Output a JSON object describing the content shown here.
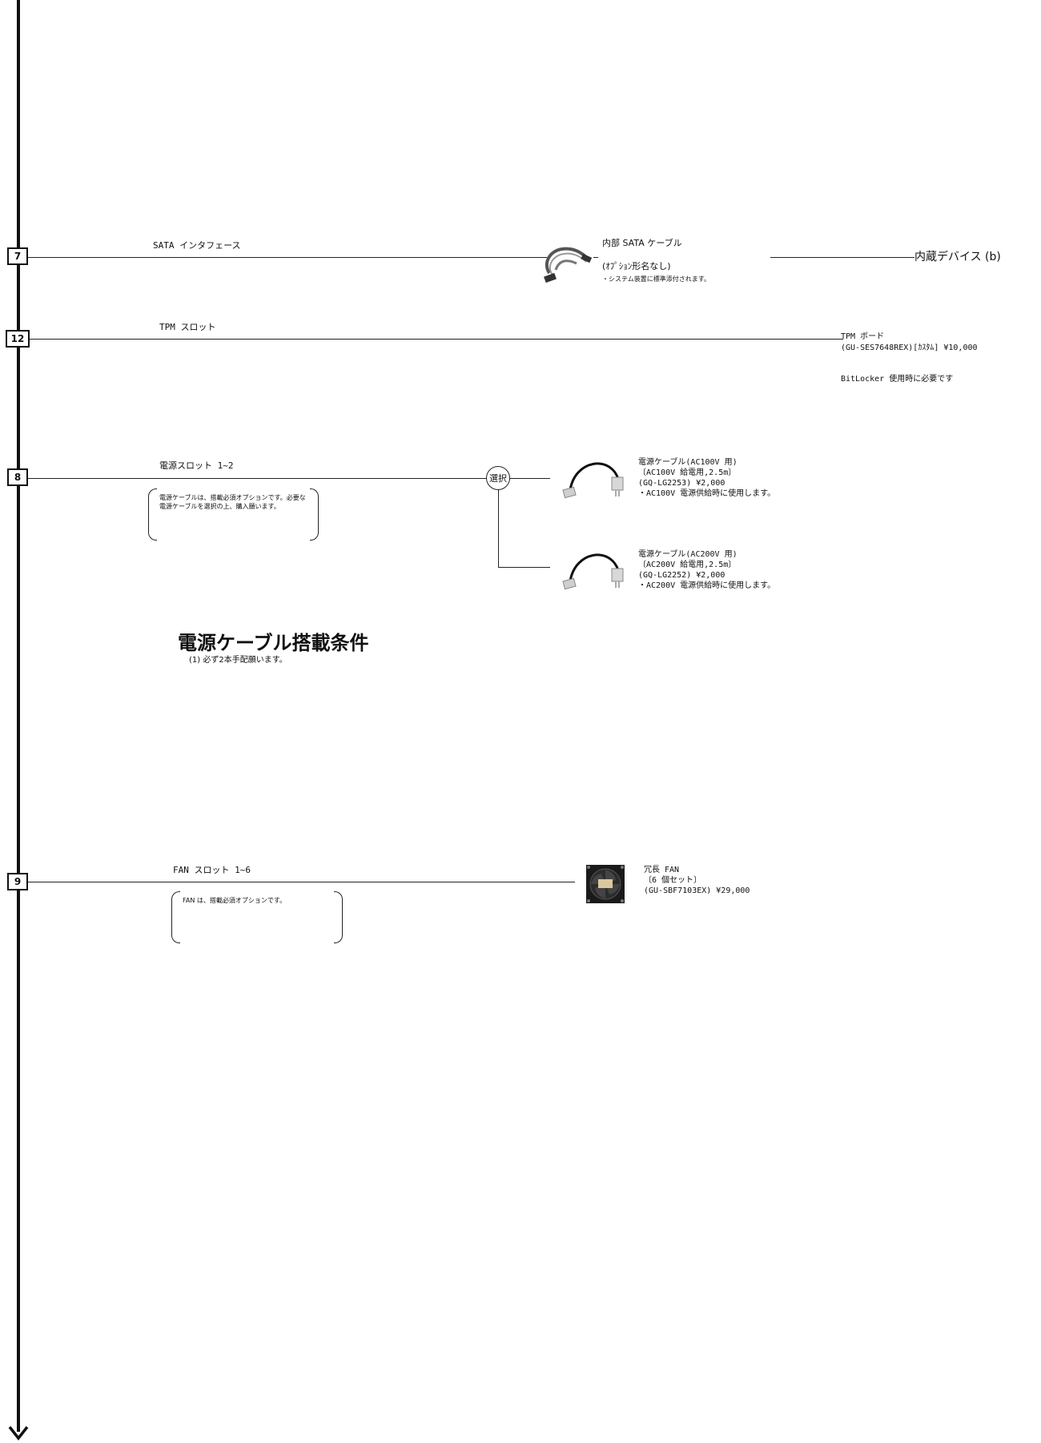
{
  "rows": {
    "sata": {
      "badge": "7",
      "label": "SATA インタフェース",
      "product_title": "内部 SATA ケーブル",
      "product_sub": "(ｵﾌﾟｼｮﾝ形名なし)",
      "product_note": "・システム装置に標準添付されます。",
      "destination": "内蔵デバイス (b)"
    },
    "tpm": {
      "badge": "12",
      "label": "TPM スロット",
      "product_title": "TPM ボード",
      "product_code": "(GU-SES7648REX)[ｶｽﾀﾑ]  ¥10,000",
      "note": "BitLocker 使用時に必要です"
    },
    "power": {
      "badge": "8",
      "label": "電源スロット 1~2",
      "bracket_note": "電源ケーブルは、搭載必須オプションです。必要な電源ケーブルを選択の上、購入願います。",
      "select_label": "選択",
      "options": [
        {
          "line1": "電源ケーブル(AC100V 用)",
          "line2": "〔AC100V 給電用,2.5m〕",
          "line3": "(GQ-LG2253)  ¥2,000",
          "line4": "・AC100V 電源供給時に使用します。"
        },
        {
          "line1": "電源ケーブル(AC200V 用)",
          "line2": "〔AC200V 給電用,2.5m〕",
          "line3": "(GQ-LG2252)  ¥2,000",
          "line4": "・AC200V 電源供給時に使用します。"
        }
      ],
      "condition_title": "電源ケーブル搭載条件",
      "condition_item": "(1) 必ず2本手配願います。"
    },
    "fan": {
      "badge": "9",
      "label": "FAN スロット 1~6",
      "bracket_note": "FAN は、搭載必須オプションです。",
      "product_title": "冗長 FAN",
      "product_set": "〔6 個セット〕",
      "product_code": "(GU-SBF7103EX)  ¥29,000"
    }
  },
  "icons": {
    "sata_cable": "sata-cable-icon",
    "power_cable": "power-cable-icon",
    "fan": "fan-icon",
    "arrow": "arrow-down-icon"
  }
}
